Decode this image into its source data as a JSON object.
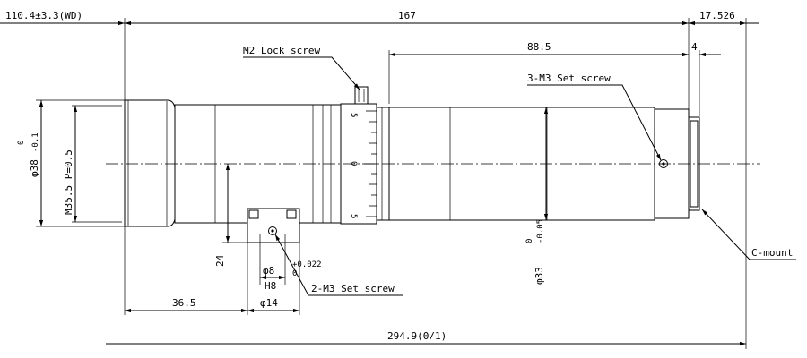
{
  "dimensions": {
    "working_distance": "110.4±3.3(WD)",
    "length_main": "167",
    "length_mount": "17.526",
    "length_rear": "88.5",
    "mount_step": "4",
    "dia_front": "φ38",
    "dia_front_tol_upper": "0",
    "dia_front_tol_lower": "-0.1",
    "thread_front": "M35.5 P=0.5",
    "dia_rear": "φ33",
    "dia_rear_tol_upper": "0",
    "dia_rear_tol_lower": "-0.05",
    "height_bracket": "24",
    "hole_dia": "φ8",
    "hole_tol_upper": "+0.022",
    "hole_tol_lower": "0",
    "hole_fit": "H8",
    "bracket_width": "φ14",
    "bracket_offset": "36.5",
    "total_length": "294.9(0/1)"
  },
  "callouts": {
    "lock_screw": "M2 Lock screw",
    "set_screw_rear": "3-M3 Set screw",
    "set_screw_bracket": "2-M3 Set screw",
    "c_mount": "C-mount"
  },
  "scale_marks": {
    "top": "5",
    "middle": "0",
    "bottom": "5"
  }
}
